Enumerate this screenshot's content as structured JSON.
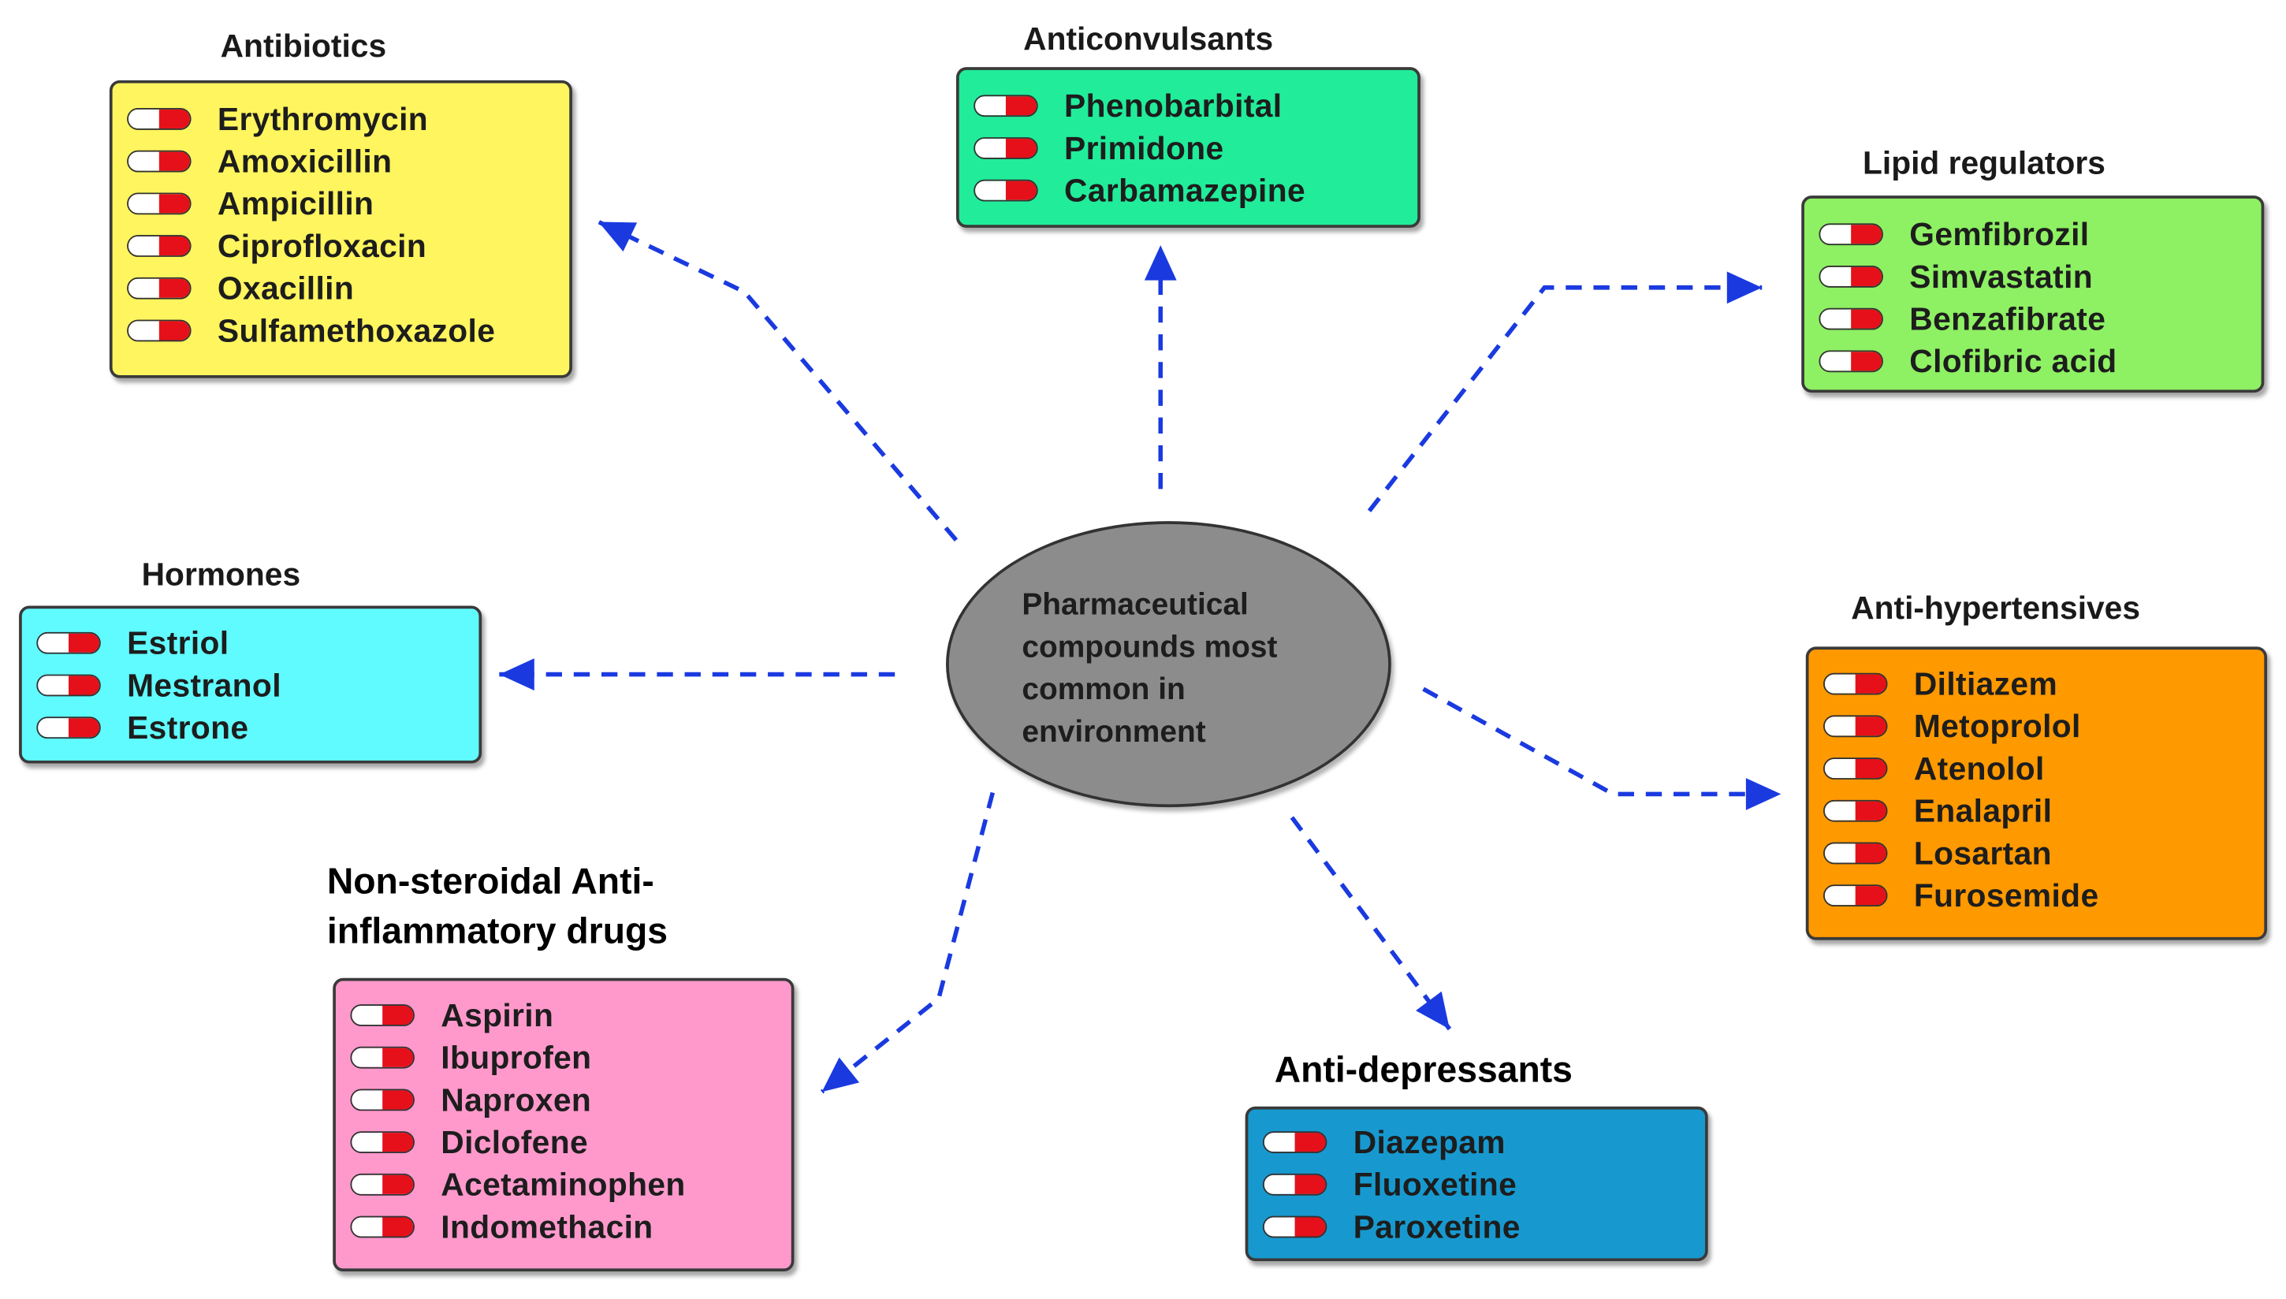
{
  "center": {
    "label": "Pharmaceutical compounds most common in environment",
    "fill": "#8c8c8c"
  },
  "arrow_color": "#1a3ae0",
  "pill_colors": {
    "left": "#ffffff",
    "right": "#e6101a"
  },
  "categories": [
    {
      "title": "Antibiotics",
      "color": "#fff55e",
      "items": [
        "Erythromycin",
        "Amoxicillin",
        "Ampicillin",
        "Ciprofloxacin",
        "Oxacillin",
        "Sulfamethoxazole"
      ]
    },
    {
      "title": "Anticonvulsants",
      "color": "#21ec9a",
      "items": [
        "Phenobarbital",
        "Primidone",
        "Carbamazepine"
      ]
    },
    {
      "title": "Lipid regulators",
      "color": "#8ef063",
      "items": [
        "Gemfibrozil",
        "Simvastatin",
        "Benzafibrate",
        "Clofibric acid"
      ]
    },
    {
      "title": "Hormones",
      "color": "#60fbff",
      "items": [
        "Estriol",
        "Mestranol",
        "Estrone"
      ]
    },
    {
      "title": "Anti-hypertensives",
      "color": "#ff9900",
      "items": [
        "Diltiazem",
        "Metoprolol",
        "Atenolol",
        "Enalapril",
        "Losartan",
        "Furosemide"
      ]
    },
    {
      "title": "Non-steroidal Anti-inflammatory drugs",
      "color": "#ff99cc",
      "items": [
        "Aspirin",
        "Ibuprofen",
        "Naproxen",
        "Diclofene",
        "Acetaminophen",
        "Indomethacin"
      ]
    },
    {
      "title": "Anti-depressants",
      "color": "#1799cf",
      "items": [
        "Diazepam",
        "Fluoxetine",
        "Paroxetine"
      ]
    }
  ]
}
